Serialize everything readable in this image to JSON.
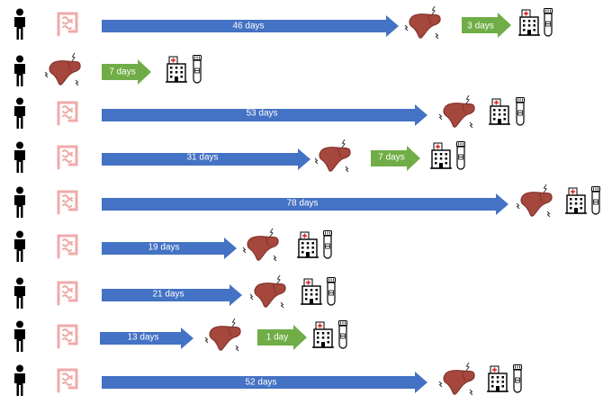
{
  "icon_names": {
    "patient": "person-icon",
    "intestine": "intestine-icon",
    "liver": "liver-icon",
    "hospital": "hospital-icon",
    "sample": "blood-tube-icon"
  },
  "colors": {
    "onset_arrow": "#4472c4",
    "hospital_arrow": "#70ad47",
    "liver": "#a5473d",
    "intestine": "#f0aaaa",
    "person": "#000000",
    "arrow_text": "#ffffff"
  },
  "rows": [
    {
      "patient_row": 1,
      "has_intestine": true,
      "onset_label": "46 days",
      "hospital_label": "3 days"
    },
    {
      "patient_row": 2,
      "has_intestine": false,
      "onset_label": "",
      "hospital_label": "7 days"
    },
    {
      "patient_row": 3,
      "has_intestine": true,
      "onset_label": "53 days",
      "hospital_label": ""
    },
    {
      "patient_row": 4,
      "has_intestine": true,
      "onset_label": "31 days",
      "hospital_label": "7 days"
    },
    {
      "patient_row": 5,
      "has_intestine": true,
      "onset_label": "78 days",
      "hospital_label": ""
    },
    {
      "patient_row": 6,
      "has_intestine": true,
      "onset_label": "19 days",
      "hospital_label": ""
    },
    {
      "patient_row": 7,
      "has_intestine": true,
      "onset_label": "21 days",
      "hospital_label": ""
    },
    {
      "patient_row": 8,
      "has_intestine": true,
      "onset_label": "13 days",
      "hospital_label": "1 day"
    },
    {
      "patient_row": 9,
      "has_intestine": true,
      "onset_label": "52 days",
      "hospital_label": ""
    }
  ]
}
